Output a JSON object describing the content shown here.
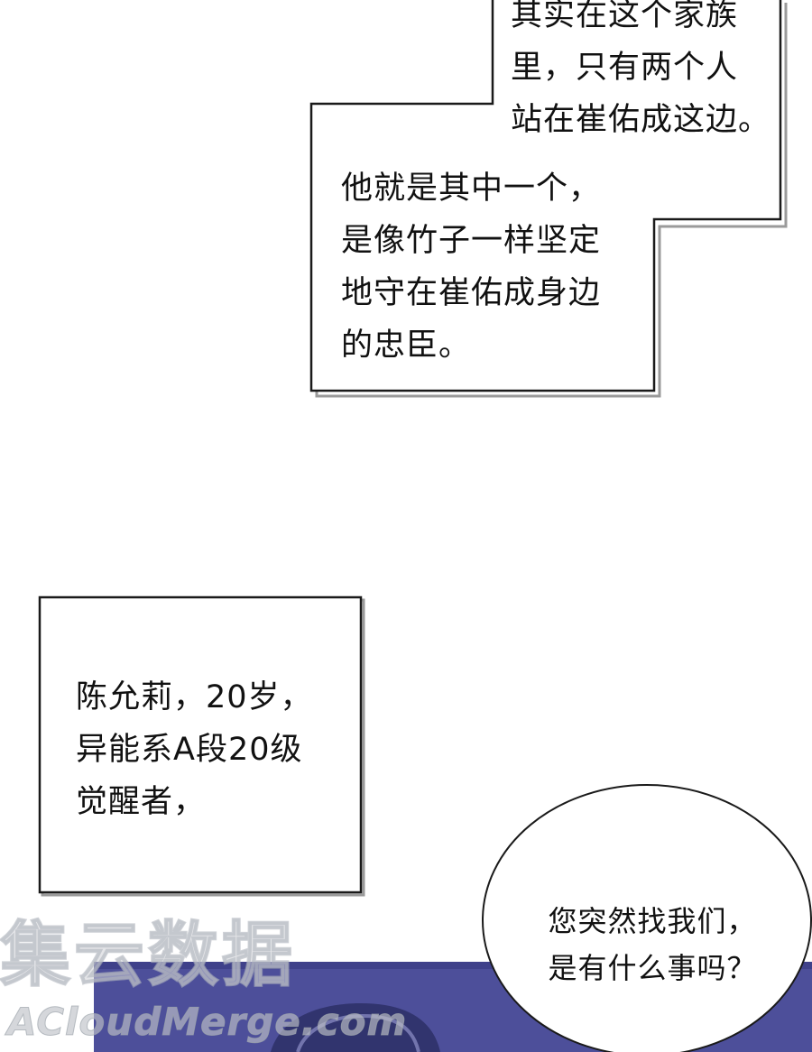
{
  "captions": {
    "top_right": "其实在这个家族\n里，只有两个人\n站在崔佑成这边。",
    "middle": "他就是其中一个，\n是像竹子一样坚定\n地守在崔佑成身边\n的忠臣。",
    "left": "陈允莉，20岁，\n异能系A段20级\n觉醒者，"
  },
  "speech_bubble": {
    "text": "您突然找我们，\n是有什么事吗？"
  },
  "watermark": {
    "chinese": "集云数据",
    "latin": "ACloudMerge.com"
  },
  "colors": {
    "panel_blue": "#4d4f9a",
    "panel_dark": "#2d2f66",
    "outline": "#1a1a1a",
    "watermark": "#c8ccd2"
  }
}
